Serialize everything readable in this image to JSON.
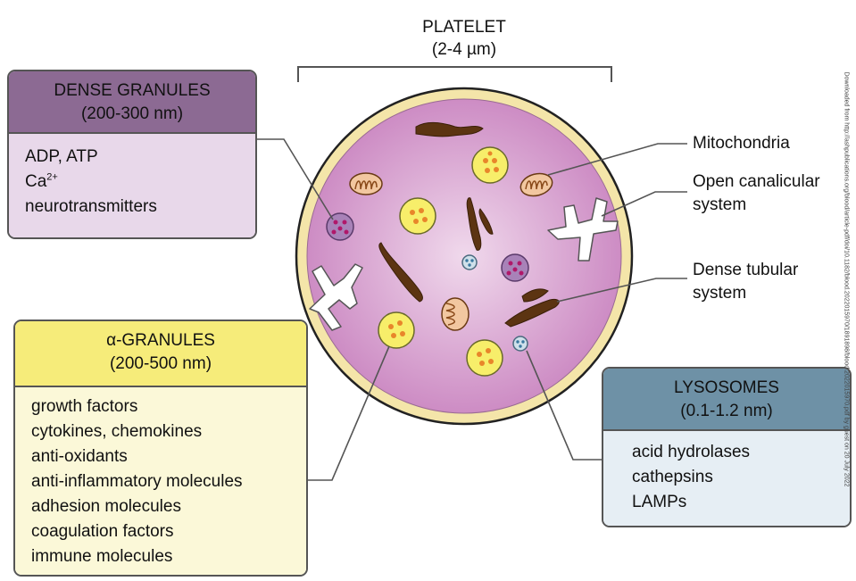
{
  "platelet": {
    "title": "PLATELET",
    "size": "(2-4 µm)"
  },
  "dense": {
    "title": "DENSE GRANULES",
    "size": "(200-300 nm)",
    "items": [
      "ADP, ATP",
      "Ca",
      "neurotransmitters"
    ],
    "ca_superscript": "2+"
  },
  "alpha": {
    "title": "α-GRANULES",
    "size": "(200-500 nm)",
    "items": [
      "growth factors",
      "cytokines, chemokines",
      "anti-oxidants",
      "anti-inflammatory molecules",
      "adhesion molecules",
      "coagulation factors",
      "immune molecules"
    ]
  },
  "lysosomes": {
    "title": "LYSOSOMES",
    "size": "(0.1-1.2 nm)",
    "items": [
      "acid hydrolases",
      "cathepsins",
      "LAMPs"
    ]
  },
  "labels": {
    "mitochondria": "Mitochondria",
    "ocs_line1": "Open canalicular",
    "ocs_line2": "system",
    "dts_line1": "Dense tubular",
    "dts_line2": "system"
  },
  "watermark": "Downloaded from http://ashpublications.org/blood/article-pdf/doi/10.1182/blood.2022015970/1891898/blood.2022015970.pdf by guest on 20 July 2022",
  "colors": {
    "dense_header": "#8c6a93",
    "dense_body": "#e8d8ea",
    "alpha_header": "#f6ec7a",
    "alpha_body": "#fbf8d8",
    "lyso_header": "#6e91a6",
    "lyso_body": "#e6eef4",
    "cell_fill": "#cf8fc6",
    "cell_membrane": "#f3e3a6"
  }
}
